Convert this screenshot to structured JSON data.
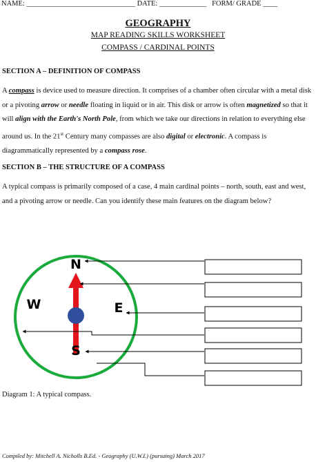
{
  "header": {
    "name_label": "NAME: ______________________________",
    "date_label": "DATE: _____________",
    "form_label": "FORM/ GRADE ____"
  },
  "title": "GEOGRAPHY",
  "subtitle1": "MAP READING SKILLS WORKSHEET",
  "subtitle2": "COMPASS / CARDINAL POINTS",
  "sectionA": {
    "heading": "SECTION A – DEFINITION OF COMPASS",
    "t1": "A ",
    "compass": "compass",
    "t2": " is device used to measure direction. It comprises of a chamber often circular with a metal disk or a pivoting ",
    "arrow": "arrow",
    "t3": " or ",
    "needle": "needle",
    "t4": " floating in liquid or in air. This disk or arrow is often ",
    "magnetized": "magnetized",
    "t5": " so that it will ",
    "align": "align with the Earth's North Pole",
    "t6": ", from which we take our directions in relation to everything else around us. In the 21",
    "st": "st",
    "t7": " Century many compasses are also ",
    "digital": "digital",
    "t8": " or ",
    "electronic": "electronic",
    "t9": ". A compass is diagrammatically represented by a ",
    "rose": "compass rose",
    "t10": "."
  },
  "sectionB": {
    "heading": "SECTION B – THE STRUCTURE OF A COMPASS",
    "text": "A typical compass is primarily composed of a case, 4 main cardinal points – north, south, east and west, and a pivoting arrow or needle. Can you identify these main features on the diagram below?"
  },
  "diagram": {
    "north": "N",
    "south": "S",
    "east": "E",
    "west": "W",
    "colors": {
      "case": "#1aab3c",
      "needle": "#e3141b",
      "pivot": "#2f4e9e"
    }
  },
  "caption": "Diagram 1: A typical compass.",
  "footer": "Compiled by: Mitchell A. Nicholls B.Ed. - Geography (U.W.I.) (pursuing) March 2017"
}
